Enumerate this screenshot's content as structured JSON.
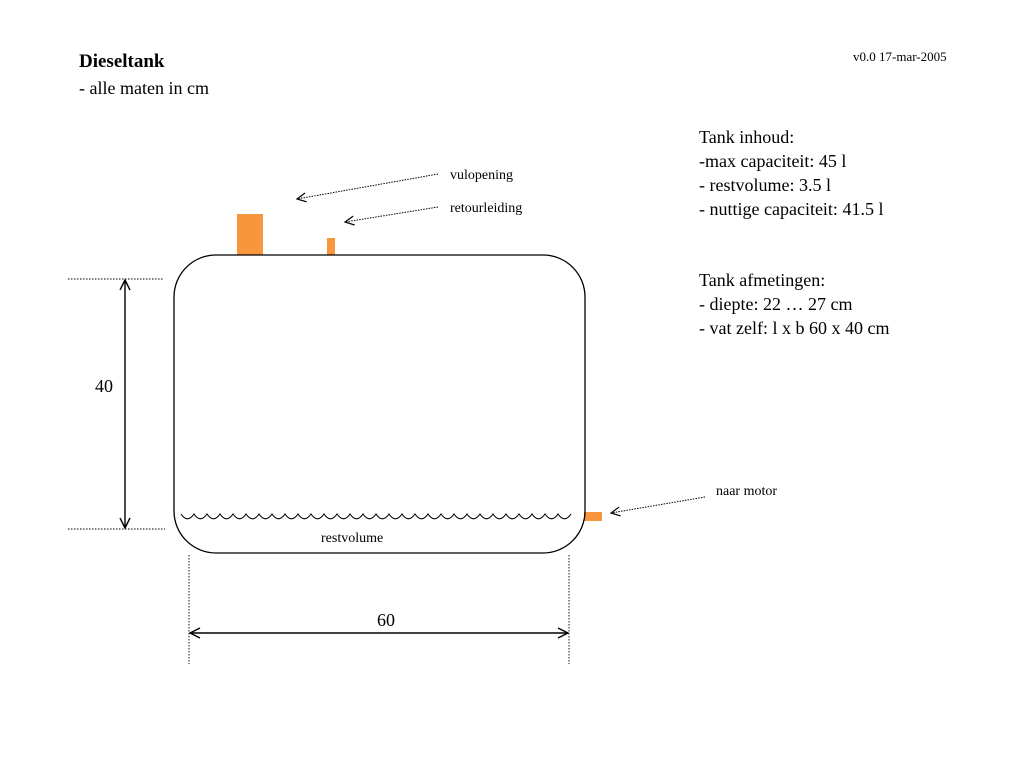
{
  "header": {
    "title": "Dieseltank",
    "subtitle": "- alle maten in cm",
    "version": "v0.0   17-mar-2005"
  },
  "info": {
    "inhoud": [
      "Tank inhoud:",
      "-max capaciteit: 45 l",
      "- restvolume: 3.5 l",
      "- nuttige capaciteit: 41.5 l"
    ],
    "afmetingen": [
      "Tank afmetingen:",
      "- diepte: 22 … 27 cm",
      "- vat zelf: l x b 60 x 40 cm"
    ]
  },
  "diagram": {
    "labels": {
      "vulopening": "vulopening",
      "retourleiding": "retourleiding",
      "naar_motor": "naar motor",
      "restvolume": "restvolume"
    },
    "dimensions": {
      "height": "40",
      "width": "60"
    },
    "colors": {
      "pipe": "#f7963c",
      "outline": "#000000"
    }
  }
}
